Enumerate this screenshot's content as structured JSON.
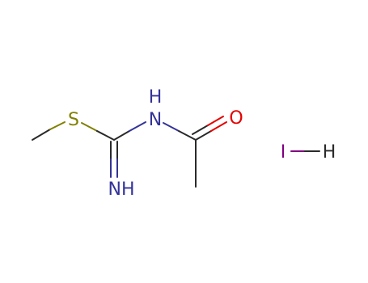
{
  "molecule": {
    "atoms": {
      "sulfur": {
        "text": "S",
        "color": "#808000"
      },
      "amide_nh_n": {
        "text": "N",
        "color": "#333399"
      },
      "amide_nh_h": {
        "text": "H",
        "color": "#333399"
      },
      "carbonyl_o": {
        "text": "O",
        "color": "#e60000"
      },
      "imine_nh": {
        "text": "NH",
        "color": "#333399"
      }
    },
    "bond_color": "#2a2a2a"
  },
  "counterion": {
    "iodine": {
      "text": "I",
      "color": "#800080"
    },
    "hydrogen": {
      "text": "H",
      "color": "#2a2a2a"
    }
  }
}
